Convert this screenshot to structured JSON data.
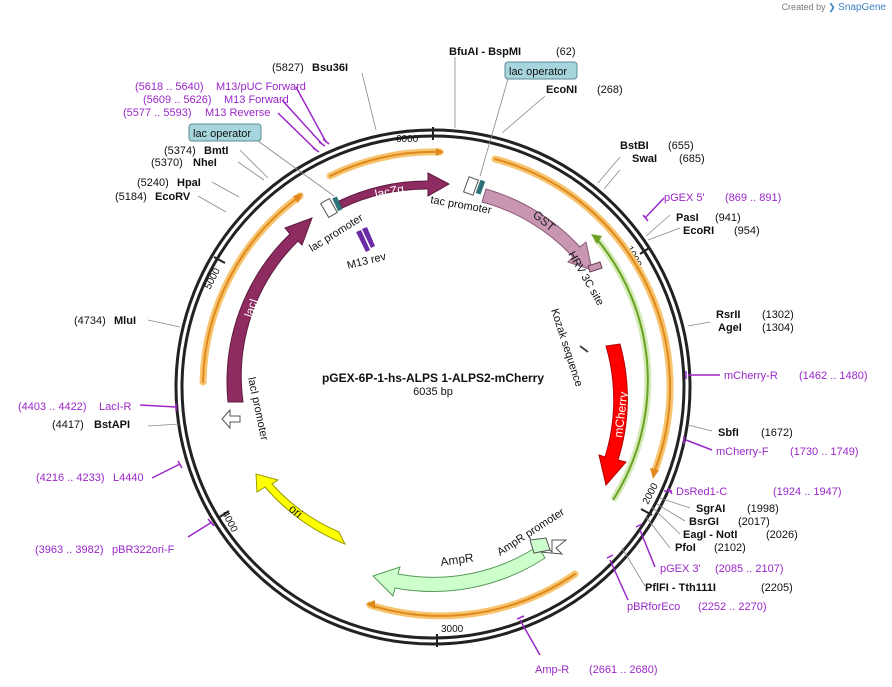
{
  "credit": {
    "prefix": "Created by",
    "brand": "SnapGene"
  },
  "plasmid": {
    "name": "pGEX-6P-1-hs-ALPS 1-ALPS2-mCherry",
    "length_label": "6035 bp"
  },
  "ticks": [
    "1000",
    "2000",
    "3000",
    "4000",
    "5000",
    "6000"
  ],
  "features": {
    "lacZa": "lacZα",
    "GST": "GST",
    "mCherry": "mCherry",
    "AmpR": "AmpR",
    "ori": "ori",
    "lacI": "lacI"
  },
  "small_features": {
    "lac_promoter": "lac promoter",
    "tac_promoter": "tac promoter",
    "M13_rev": "M13 rev",
    "HRV_3C_site": "HRV 3C site",
    "Kozak": "Kozak sequence",
    "AmpR_promoter": "AmpR promoter",
    "lacI_promoter": "lacI promoter"
  },
  "boxed": {
    "lac_operator_top": "lac operator",
    "lac_operator_left": "lac operator"
  },
  "enzymes": [
    {
      "id": "bfuai",
      "text": "BfuAI  - BspMI",
      "pos": "(62)"
    },
    {
      "id": "econi",
      "text": "EcoNI",
      "pos": "(268)"
    },
    {
      "id": "bstbi",
      "text": "BstBI",
      "pos": "(655)"
    },
    {
      "id": "swai",
      "text": "SwaI",
      "pos": "(685)"
    },
    {
      "id": "pasi",
      "text": "PasI",
      "pos": "(941)"
    },
    {
      "id": "ecori",
      "text": "EcoRI",
      "pos": "(954)"
    },
    {
      "id": "rsrii",
      "text": "RsrII",
      "pos": "(1302)"
    },
    {
      "id": "agei",
      "text": "AgeI",
      "pos": "(1304)"
    },
    {
      "id": "sbfi",
      "text": "SbfI",
      "pos": "(1672)"
    },
    {
      "id": "sgrai",
      "text": "SgrAI",
      "pos": "(1998)"
    },
    {
      "id": "bsrgi",
      "text": "BsrGI",
      "pos": "(2017)"
    },
    {
      "id": "eagi",
      "text": "EagI  - NotI",
      "pos": "(2026)"
    },
    {
      "id": "pfoi",
      "text": "PfoI",
      "pos": "(2102)"
    },
    {
      "id": "pflfi",
      "text": "PflFI  - Tth111I",
      "pos": "(2205)"
    },
    {
      "id": "bstapi",
      "text": "BstAPI",
      "pos": "(4417)"
    },
    {
      "id": "mlui",
      "text": "MluI",
      "pos": "(4734)"
    },
    {
      "id": "ecorv",
      "text": "EcoRV",
      "pos": "(5184)"
    },
    {
      "id": "hpai",
      "text": "HpaI",
      "pos": "(5240)"
    },
    {
      "id": "nhei",
      "text": "NheI",
      "pos": "(5370)"
    },
    {
      "id": "bmti",
      "text": "BmtI",
      "pos": "(5374)"
    },
    {
      "id": "bsu36i",
      "text": "Bsu36I",
      "pos": "(5827)"
    }
  ],
  "primers": [
    {
      "id": "pgex5",
      "text": "pGEX 5'",
      "range": "(869 .. 891)"
    },
    {
      "id": "mcherryr",
      "text": "mCherry-R",
      "range": "(1462 .. 1480)"
    },
    {
      "id": "mcherryf",
      "text": "mCherry-F",
      "range": "(1730 .. 1749)"
    },
    {
      "id": "dsred1c",
      "text": "DsRed1-C",
      "range": "(1924 .. 1947)"
    },
    {
      "id": "pgex3",
      "text": "pGEX 3'",
      "range": "(2085 .. 2107)"
    },
    {
      "id": "pbrforeco",
      "text": "pBRforEco",
      "range": "(2252 .. 2270)"
    },
    {
      "id": "ampr",
      "text": "Amp-R",
      "range": "(2661 .. 2680)"
    },
    {
      "id": "pbr322ori",
      "text": "pBR322ori-F",
      "range": "(3963 .. 3982)"
    },
    {
      "id": "l4440",
      "text": "L4440",
      "range": "(4216 .. 4233)"
    },
    {
      "id": "laci_r",
      "text": "LacI-R",
      "range": "(4403 .. 4422)"
    },
    {
      "id": "m13rev",
      "text": "M13 Reverse",
      "range": "(5577 .. 5593)"
    },
    {
      "id": "m13fwd",
      "text": "M13 Forward",
      "range": "(5609 .. 5626)"
    },
    {
      "id": "m13puc",
      "text": "M13/pUC Forward",
      "range": "(5618 .. 5640)"
    }
  ],
  "colors": {
    "backbone": "#222222",
    "lacI_lacZ": "#8e2b60",
    "GST": "#c996b2",
    "mCherry": "#ff0000",
    "AmpR": "#ccffcc",
    "ori": "#ffff00",
    "orange_arc": "#f0a030",
    "green_arc": "#6aa120",
    "primer": "#9b27c9",
    "operator": "#a7d5dd"
  }
}
